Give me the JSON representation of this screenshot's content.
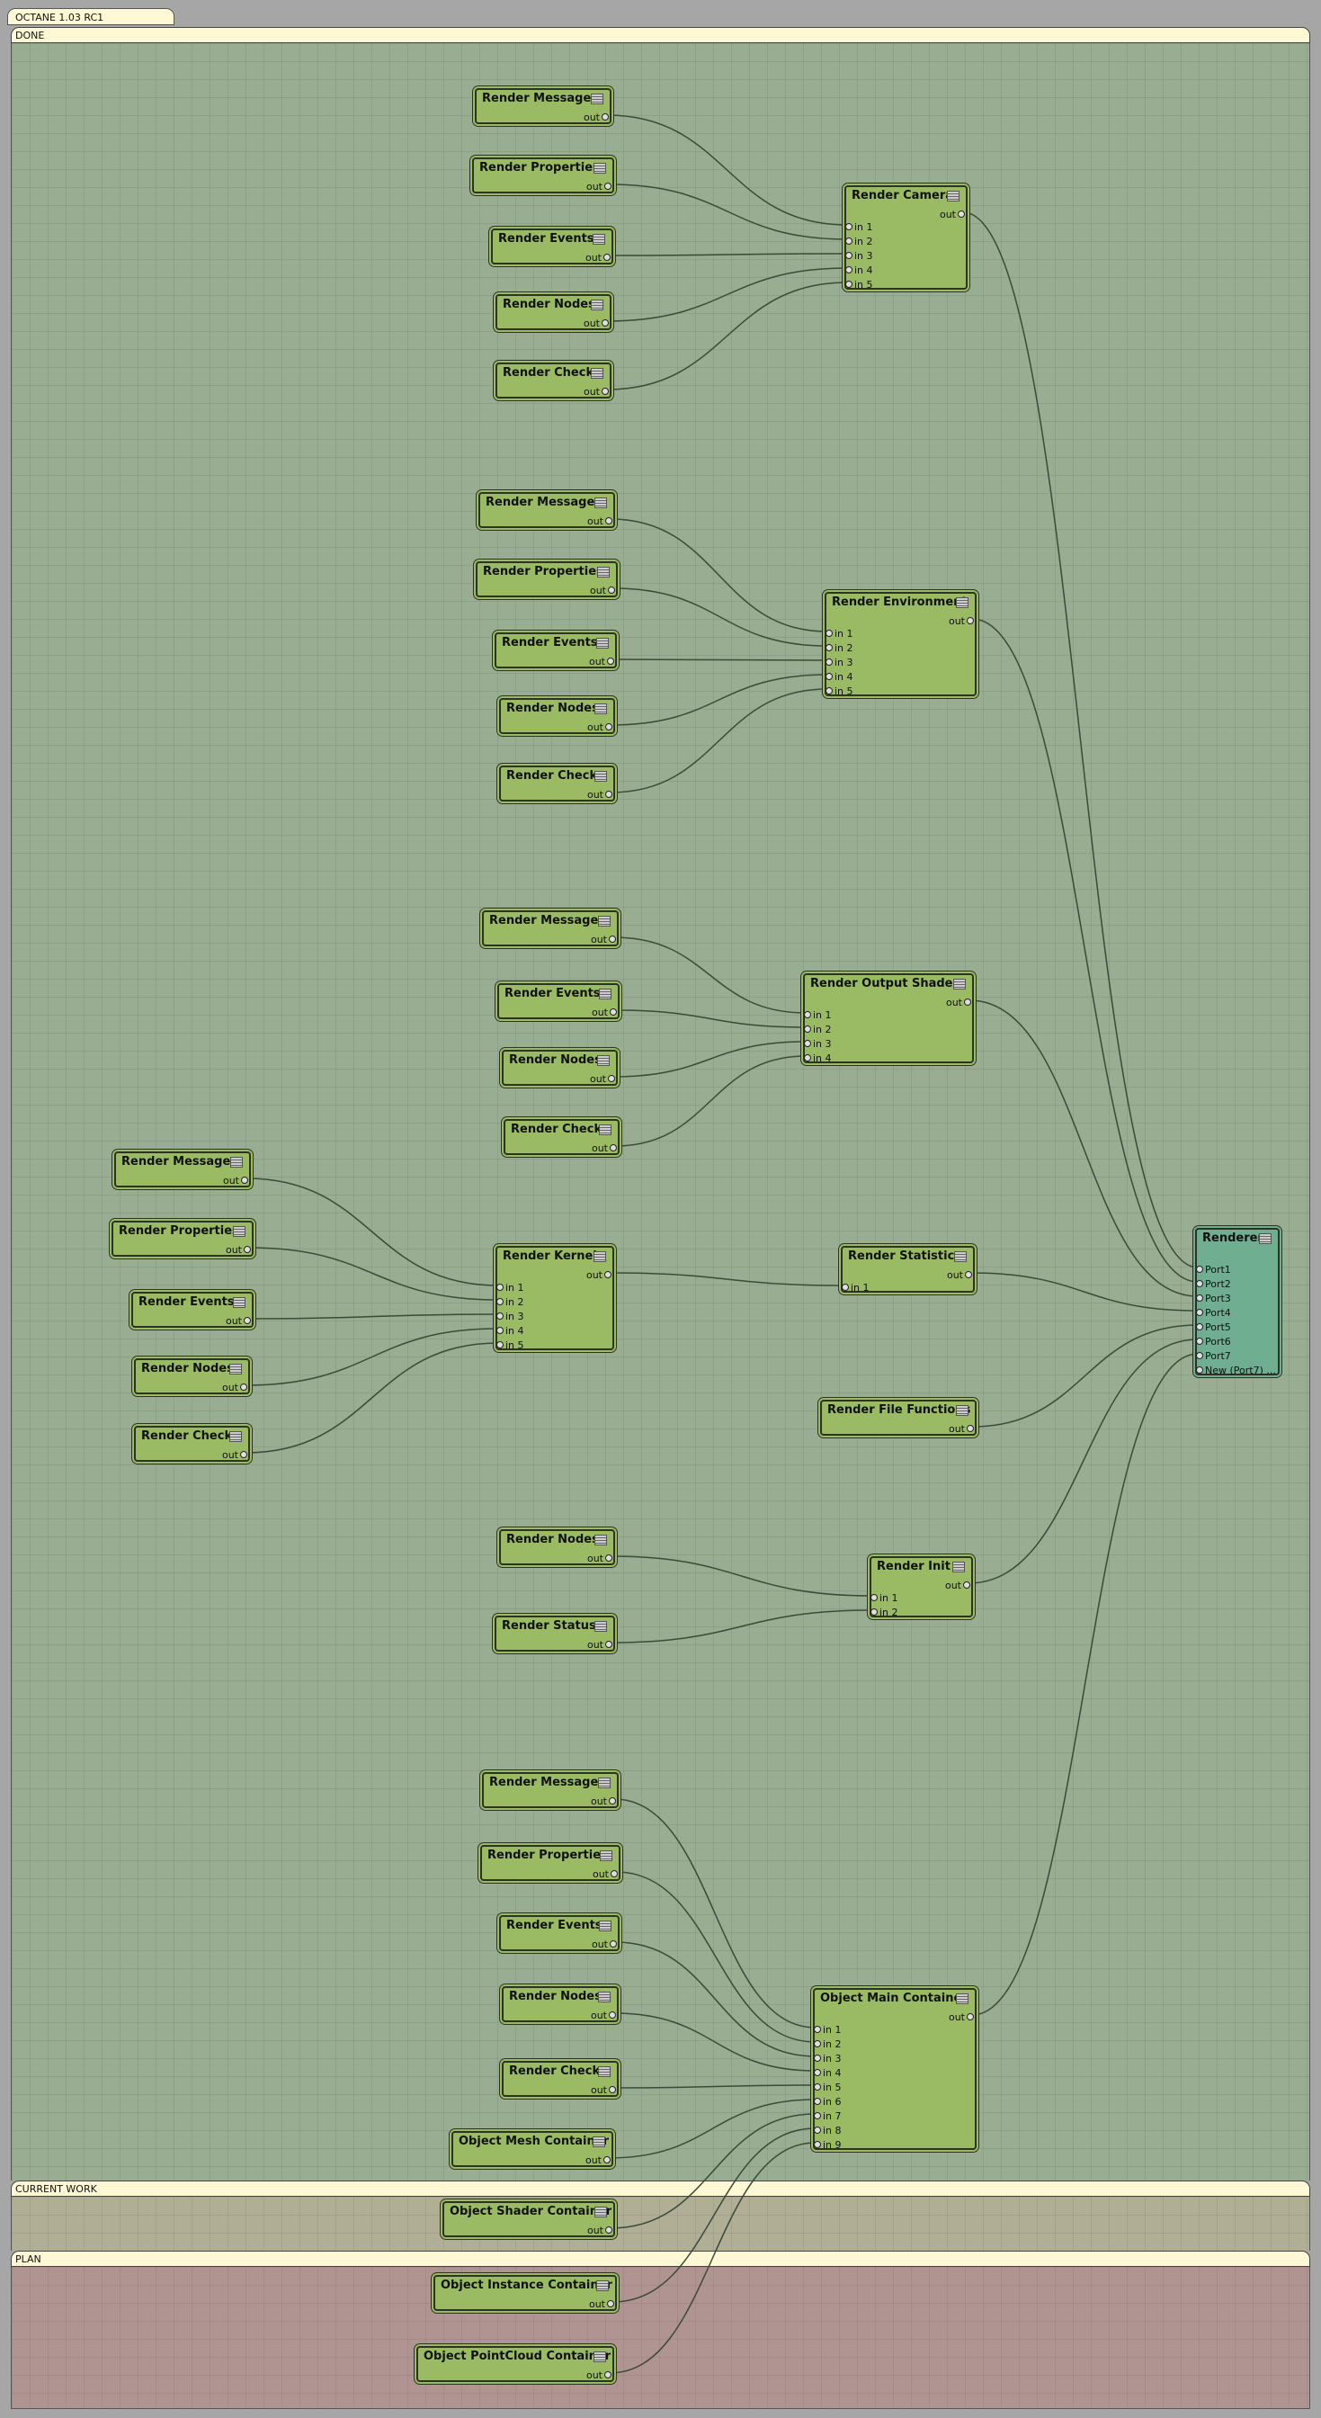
{
  "window": {
    "title": "OCTANE 1.03 RC1"
  },
  "sections": {
    "done": "DONE",
    "current_work": "CURRENT WORK",
    "plan": "PLAN"
  },
  "out_label": "out",
  "colors": {
    "node": "#9abb63",
    "renderer_node": "#6fae91",
    "done": "#99ad92",
    "current_work": "#b0ae94",
    "plan": "#b09492",
    "wire": "#3a4a38"
  },
  "nodes": [
    {
      "id": "rm1",
      "title": "Render Messages",
      "ins": [],
      "out": true
    },
    {
      "id": "rp1",
      "title": "Render Properties",
      "ins": [],
      "out": true
    },
    {
      "id": "re1",
      "title": "Render Events",
      "ins": [],
      "out": true
    },
    {
      "id": "rn1",
      "title": "Render Nodes",
      "ins": [],
      "out": true
    },
    {
      "id": "rc1",
      "title": "Render Check",
      "ins": [],
      "out": true
    },
    {
      "id": "cam",
      "title": "Render Camera",
      "ins": [
        "in 1",
        "in 2",
        "in 3",
        "in 4",
        "in 5"
      ],
      "out": true
    },
    {
      "id": "rm2",
      "title": "Render Messages",
      "ins": [],
      "out": true
    },
    {
      "id": "rp2",
      "title": "Render Properties",
      "ins": [],
      "out": true
    },
    {
      "id": "re2",
      "title": "Render Events",
      "ins": [],
      "out": true
    },
    {
      "id": "rn2",
      "title": "Render Nodes",
      "ins": [],
      "out": true
    },
    {
      "id": "rc2",
      "title": "Render Check",
      "ins": [],
      "out": true
    },
    {
      "id": "env",
      "title": "Render Environment",
      "ins": [
        "in 1",
        "in 2",
        "in 3",
        "in 4",
        "in 5"
      ],
      "out": true
    },
    {
      "id": "rm3",
      "title": "Render Messages",
      "ins": [],
      "out": true
    },
    {
      "id": "re3",
      "title": "Render Events",
      "ins": [],
      "out": true
    },
    {
      "id": "rn3",
      "title": "Render Nodes",
      "ins": [],
      "out": true
    },
    {
      "id": "rc3",
      "title": "Render Check",
      "ins": [],
      "out": true
    },
    {
      "id": "ros",
      "title": "Render Output Shaders",
      "ins": [
        "in 1",
        "in 2",
        "in 3",
        "in 4"
      ],
      "out": true
    },
    {
      "id": "rm4",
      "title": "Render Messages",
      "ins": [],
      "out": true
    },
    {
      "id": "rp4",
      "title": "Render Properties",
      "ins": [],
      "out": true
    },
    {
      "id": "re4",
      "title": "Render Events",
      "ins": [],
      "out": true
    },
    {
      "id": "rn4",
      "title": "Render Nodes",
      "ins": [],
      "out": true
    },
    {
      "id": "rc4",
      "title": "Render Check",
      "ins": [],
      "out": true
    },
    {
      "id": "ker",
      "title": "Render Kernel",
      "ins": [
        "in 1",
        "in 2",
        "in 3",
        "in 4",
        "in 5"
      ],
      "out": true
    },
    {
      "id": "stat",
      "title": "Render Statistics",
      "ins": [
        "in 1"
      ],
      "out": true
    },
    {
      "id": "rff",
      "title": "Render File Functions",
      "ins": [],
      "out": true
    },
    {
      "id": "rn5",
      "title": "Render Nodes",
      "ins": [],
      "out": true
    },
    {
      "id": "rs5",
      "title": "Render Status",
      "ins": [],
      "out": true
    },
    {
      "id": "init",
      "title": "Render Init",
      "ins": [
        "in 1",
        "in 2"
      ],
      "out": true
    },
    {
      "id": "rm6",
      "title": "Render Messages",
      "ins": [],
      "out": true
    },
    {
      "id": "rp6",
      "title": "Render Properties",
      "ins": [],
      "out": true
    },
    {
      "id": "re6",
      "title": "Render Events",
      "ins": [],
      "out": true
    },
    {
      "id": "rn6",
      "title": "Render Nodes",
      "ins": [],
      "out": true
    },
    {
      "id": "rc6",
      "title": "Render Check",
      "ins": [],
      "out": true
    },
    {
      "id": "omc",
      "title": "Object Mesh Container",
      "ins": [],
      "out": true
    },
    {
      "id": "osc",
      "title": "Object Shader Container",
      "ins": [],
      "out": true
    },
    {
      "id": "oic",
      "title": "Object Instance Container",
      "ins": [],
      "out": true
    },
    {
      "id": "opc",
      "title": "Object PointCloud Container",
      "ins": [],
      "out": true
    },
    {
      "id": "main",
      "title": "Object Main Container",
      "ins": [
        "in 1",
        "in 2",
        "in 3",
        "in 4",
        "in 5",
        "in 6",
        "in 7",
        "in 8",
        "in 9"
      ],
      "out": true
    },
    {
      "id": "renderer",
      "title": "Renderer",
      "ins": [
        "Port1",
        "Port2",
        "Port3",
        "Port4",
        "Port5",
        "Port6",
        "Port7",
        "New (Port7) ..."
      ],
      "out": false
    }
  ],
  "edges": [
    [
      "rm1",
      "cam",
      0
    ],
    [
      "rp1",
      "cam",
      1
    ],
    [
      "re1",
      "cam",
      2
    ],
    [
      "rn1",
      "cam",
      3
    ],
    [
      "rc1",
      "cam",
      4
    ],
    [
      "rm2",
      "env",
      0
    ],
    [
      "rp2",
      "env",
      1
    ],
    [
      "re2",
      "env",
      2
    ],
    [
      "rn2",
      "env",
      3
    ],
    [
      "rc2",
      "env",
      4
    ],
    [
      "rm3",
      "ros",
      0
    ],
    [
      "re3",
      "ros",
      1
    ],
    [
      "rn3",
      "ros",
      2
    ],
    [
      "rc3",
      "ros",
      3
    ],
    [
      "rm4",
      "ker",
      0
    ],
    [
      "rp4",
      "ker",
      1
    ],
    [
      "re4",
      "ker",
      2
    ],
    [
      "rn4",
      "ker",
      3
    ],
    [
      "rc4",
      "ker",
      4
    ],
    [
      "ker",
      "stat",
      0
    ],
    [
      "rn5",
      "init",
      0
    ],
    [
      "rs5",
      "init",
      1
    ],
    [
      "rm6",
      "main",
      0
    ],
    [
      "rp6",
      "main",
      1
    ],
    [
      "re6",
      "main",
      2
    ],
    [
      "rn6",
      "main",
      3
    ],
    [
      "rc6",
      "main",
      4
    ],
    [
      "omc",
      "main",
      5
    ],
    [
      "osc",
      "main",
      6
    ],
    [
      "oic",
      "main",
      7
    ],
    [
      "opc",
      "main",
      8
    ],
    [
      "cam",
      "renderer",
      0
    ],
    [
      "env",
      "renderer",
      1
    ],
    [
      "ros",
      "renderer",
      2
    ],
    [
      "stat",
      "renderer",
      3
    ],
    [
      "rff",
      "renderer",
      4
    ],
    [
      "init",
      "renderer",
      5
    ],
    [
      "main",
      "renderer",
      6
    ]
  ]
}
